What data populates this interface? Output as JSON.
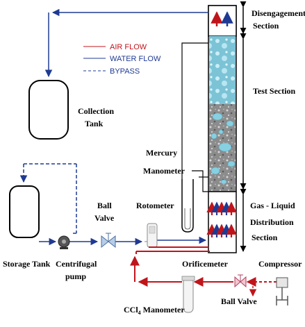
{
  "legend": {
    "air_flow": "AIR FLOW",
    "water_flow": "WATER FLOW",
    "bypass": "BYPASS"
  },
  "labels": {
    "disengagement_1": "Disengagement",
    "disengagement_2": "Section",
    "test_section": "Test Section",
    "collection_1": "Collection",
    "collection_2": "Tank",
    "mercury_1": "Mercury",
    "mercury_2": "Manometer",
    "gl_1": "Gas - Liquid",
    "gl_2": "Distribution",
    "gl_3": "Section",
    "ball_valve_1": "Ball",
    "ball_valve_2": "Valve",
    "rotometer": "Rotometer",
    "storage_tank": "Storage Tank",
    "pump_1": "Centrifugal",
    "pump_2": "pump",
    "orificemeter": "Orificemeter",
    "compressor": "Compressor",
    "ccl4_pre": "CCl",
    "ccl4_sub": "4",
    "ccl4_post": " Manometer",
    "ball_valve_air": "Ball Valve"
  },
  "colors": {
    "water": "#1f3a93",
    "air": "#c0141b",
    "bypass": "#1f3a93",
    "bubble_bg": "#6fb6c9",
    "packing": "#9a9a9a"
  }
}
